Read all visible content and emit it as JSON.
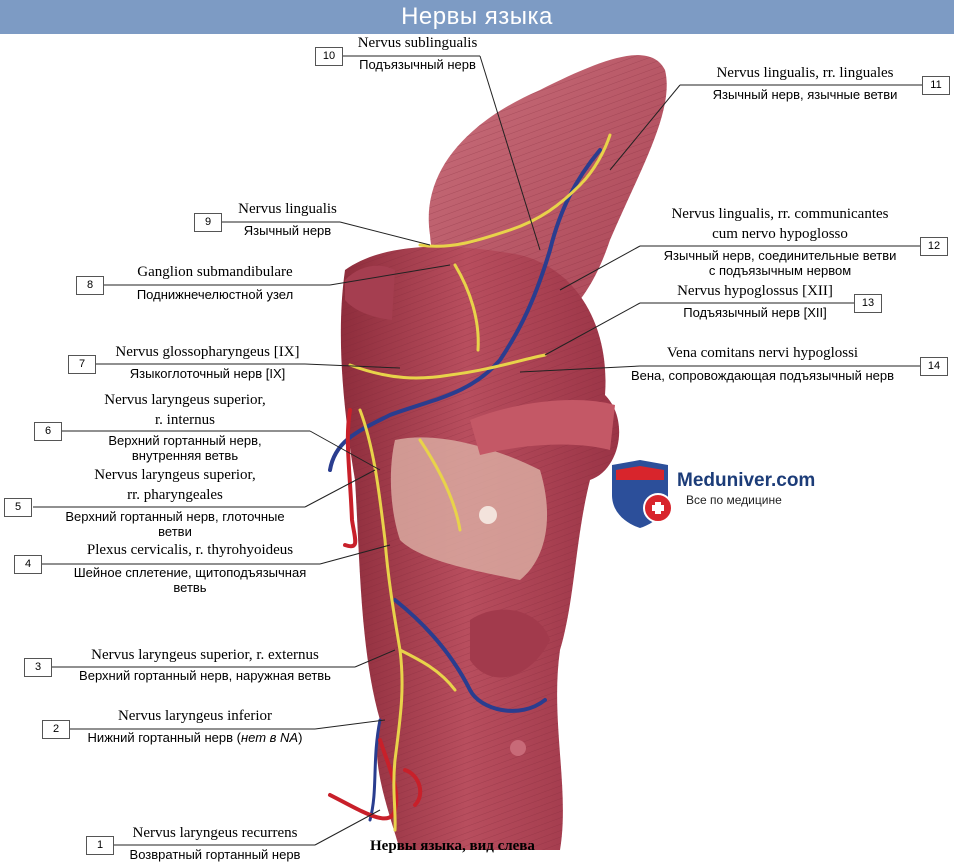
{
  "header": {
    "title": "Нервы языка"
  },
  "caption": "Нервы языка, вид слева",
  "watermark": {
    "site": "Meduniver.com",
    "tagline": "Все по медицине"
  },
  "colors": {
    "header_bg": "#7d9bc4",
    "nerve": "#e8d34a",
    "vein": "#2a3d8f",
    "artery": "#c8202a",
    "muscle": "#b24a5a"
  },
  "labels": [
    {
      "number": "1",
      "latin": "Nervus laryngeus recurrens",
      "russian": "Возвратный гортанный нерв"
    },
    {
      "number": "2",
      "latin": "Nervus laryngeus inferior",
      "russian_pre": "Нижний гортанный нерв (",
      "russian_em": "нет в NA",
      "russian_post": ")"
    },
    {
      "number": "3",
      "latin": "Nervus laryngeus superior, r. externus",
      "russian": "Верхний гортанный нерв, наружная ветвь"
    },
    {
      "number": "4",
      "latin": "Plexus cervicalis, r. thyrohyoideus",
      "russian_1": "Шейное сплетение, щитоподъязычная",
      "russian_2": "ветвь"
    },
    {
      "number": "5",
      "latin_1": "Nervus laryngeus superior,",
      "latin_2": "rr. pharyngeales",
      "russian_1": "Верхний гортанный нерв, глоточные",
      "russian_2": "ветви"
    },
    {
      "number": "6",
      "latin_1": "Nervus laryngeus superior,",
      "latin_2": "r. internus",
      "russian_1": "Верхний гортанный нерв,",
      "russian_2": "внутренняя ветвь"
    },
    {
      "number": "7",
      "latin": "Nervus glossopharyngeus [IX]",
      "russian": "Языкоглоточный нерв [IX]"
    },
    {
      "number": "8",
      "latin": "Ganglion submandibulare",
      "russian": "Поднижнечелюстной узел"
    },
    {
      "number": "9",
      "latin": "Nervus lingualis",
      "russian": "Язычный нерв"
    },
    {
      "number": "10",
      "latin": "Nervus sublingualis",
      "russian": "Подъязычный нерв"
    },
    {
      "number": "11",
      "latin": "Nervus lingualis, rr. linguales",
      "russian": "Язычный нерв, язычные ветви"
    },
    {
      "number": "12",
      "latin_1": "Nervus lingualis, rr. communicantes",
      "latin_2": "cum nervo hypoglosso",
      "russian_1": "Язычный нерв, соединительные ветви",
      "russian_2": "с подъязычным нервом"
    },
    {
      "number": "13",
      "latin": "Nervus hypoglossus [XII]",
      "russian": "Подъязычный нерв [XII]"
    },
    {
      "number": "14",
      "latin": "Vena comitans nervi hypoglossi",
      "russian": "Вена, сопровождающая подъязычный нерв"
    }
  ]
}
